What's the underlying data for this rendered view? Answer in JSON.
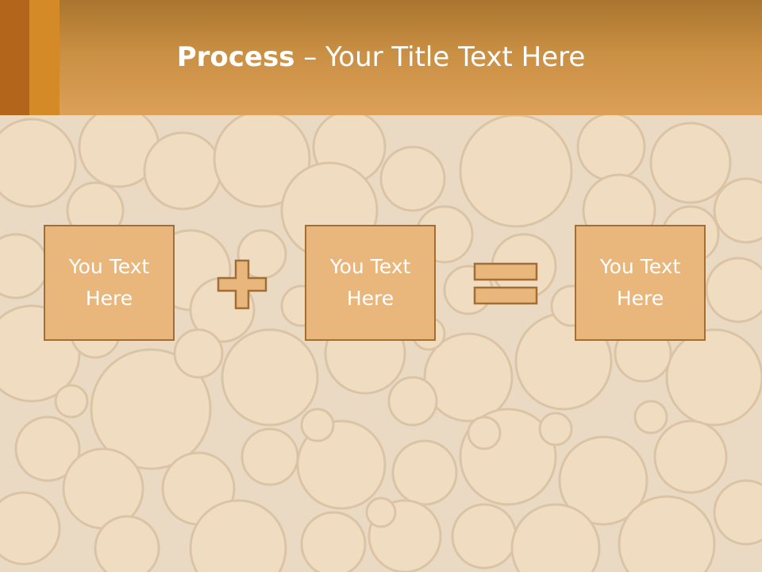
{
  "slide": {
    "title_bold": "Process",
    "title_rest": " – Your Title Text Here",
    "boxes": [
      {
        "label": "You Text Here"
      },
      {
        "label": "You Text Here"
      },
      {
        "label": "You Text Here"
      }
    ],
    "operators": [
      "plus-icon",
      "equals-icon"
    ],
    "colors": {
      "header": "#d49a50",
      "accent_dark": "#b3661b",
      "accent_light": "#d58a28",
      "box_fill": "#e9b67b",
      "box_border": "#a06e36"
    }
  }
}
